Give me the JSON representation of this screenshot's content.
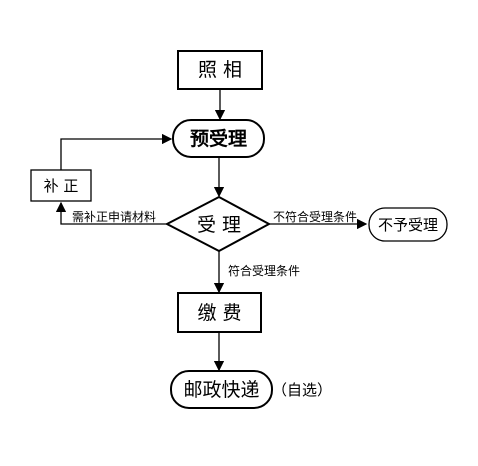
{
  "flowchart": {
    "nodes": {
      "photo": "照 相",
      "pre_accept": "预受理",
      "accept": "受 理",
      "correction": "补 正",
      "reject": "不予受理",
      "pay": "缴 费",
      "express": "邮政快递",
      "optional_note": "（自选）"
    },
    "edges": {
      "need_correction": "需补正申请材料",
      "not_meet": "不符合受理条件",
      "meet": "符合受理条件"
    }
  }
}
